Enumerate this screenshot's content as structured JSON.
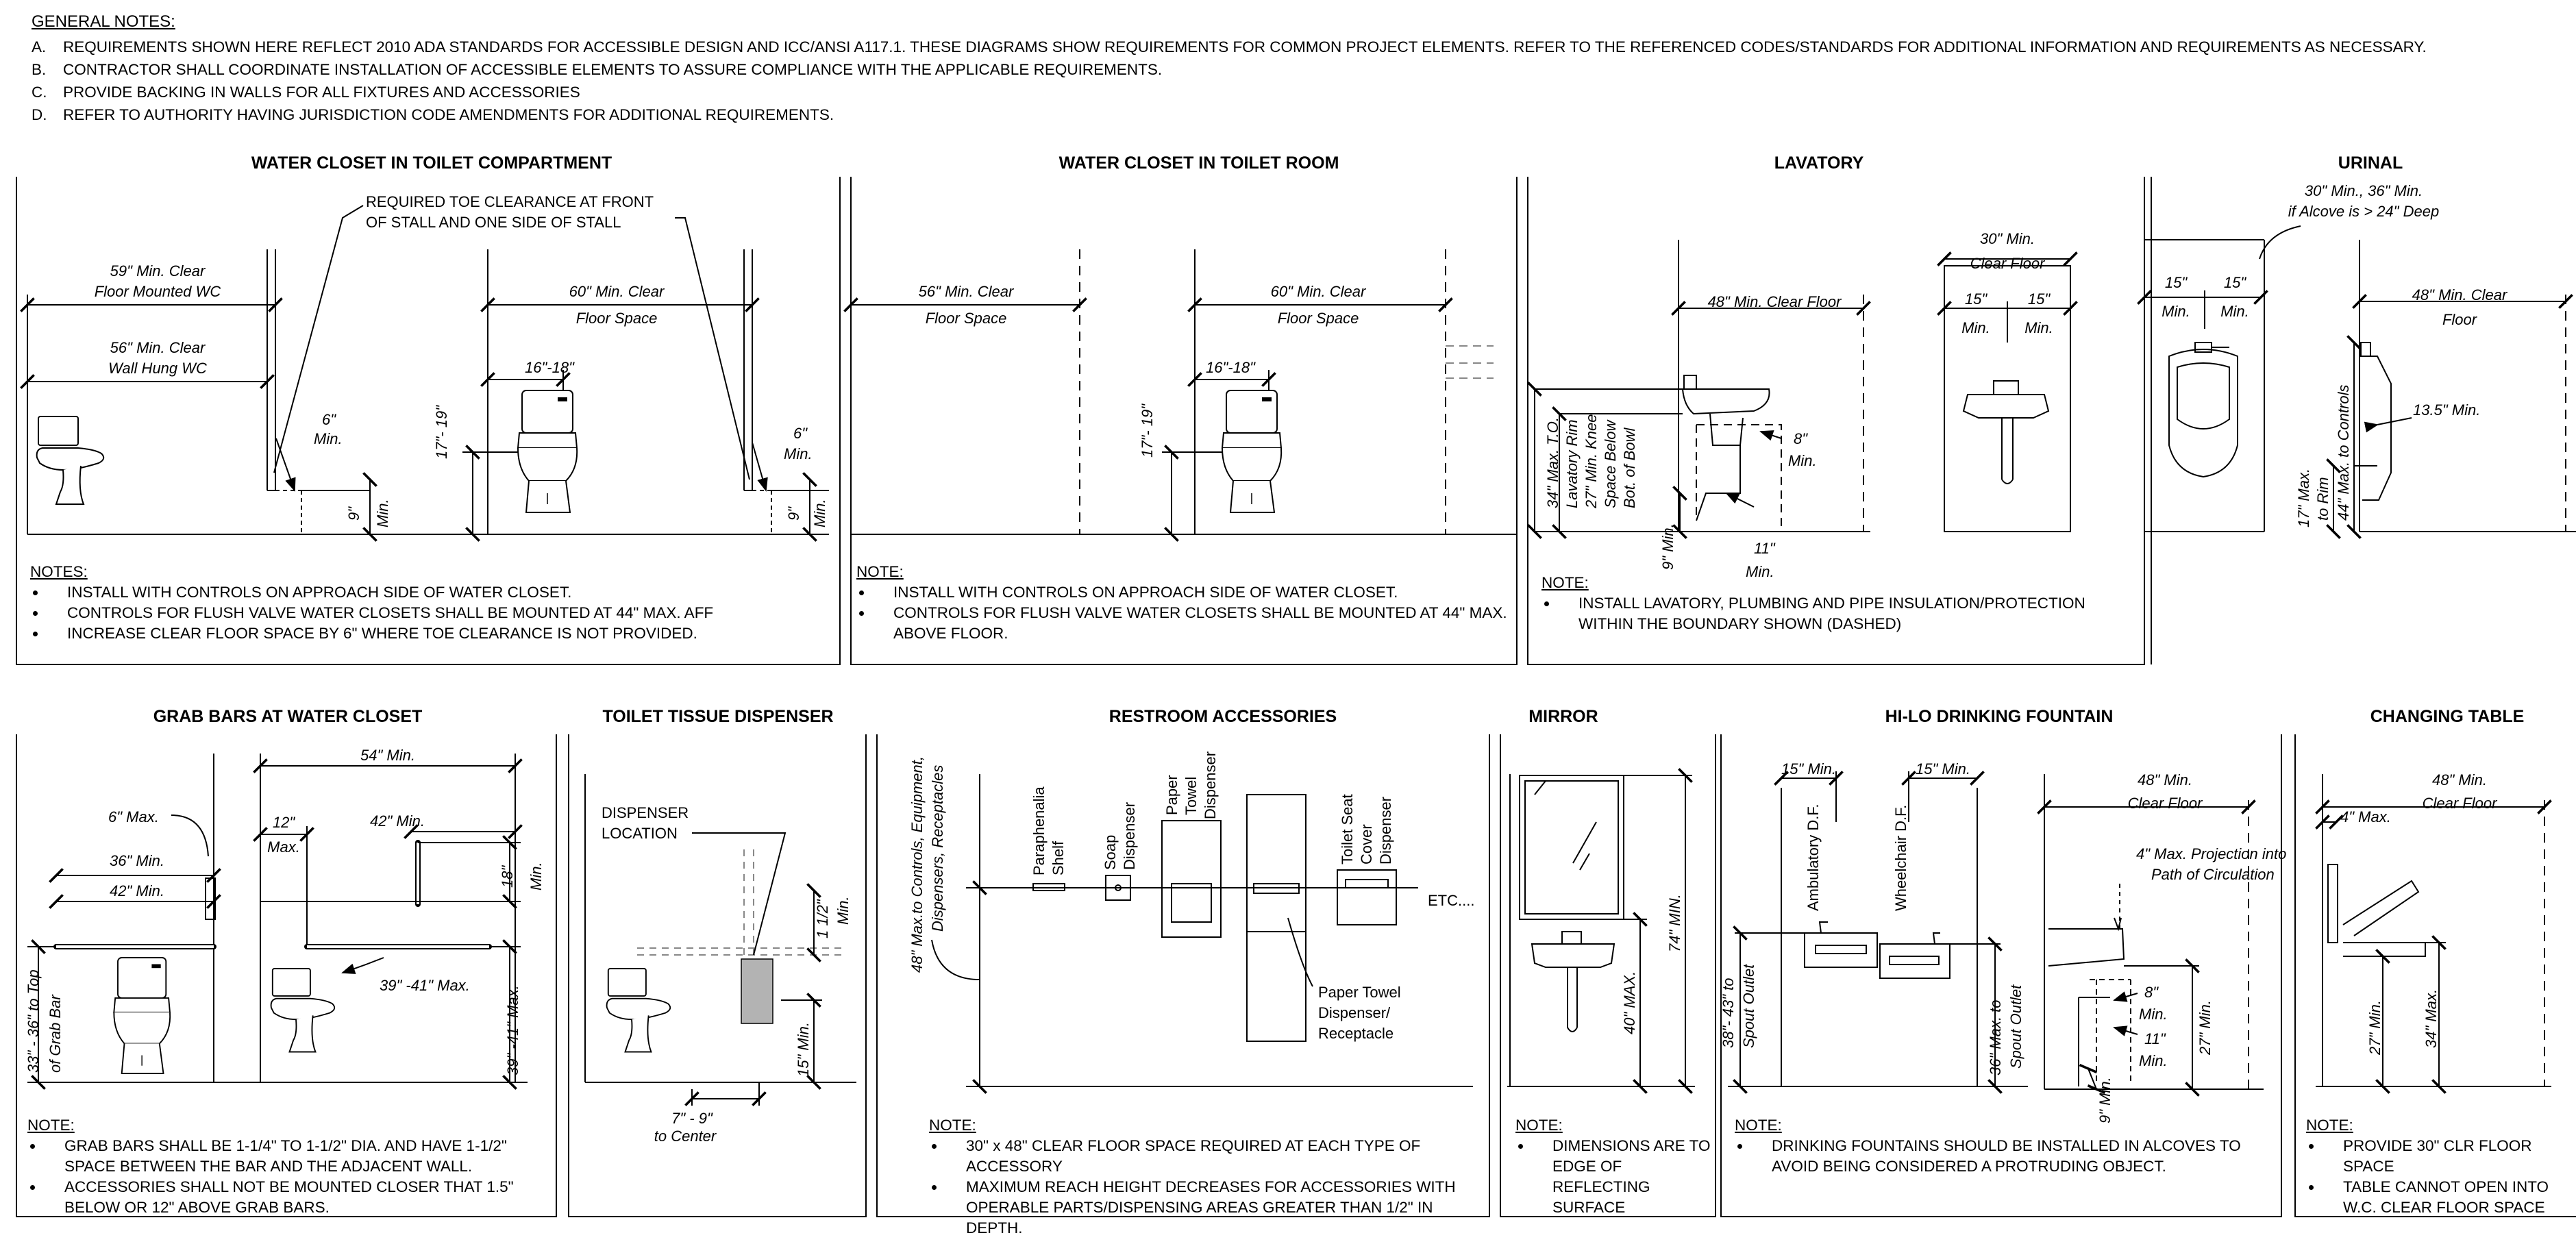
{
  "general_notes": {
    "heading": "GENERAL NOTES:",
    "items": [
      {
        "key": "A.",
        "text": "REQUIREMENTS SHOWN HERE REFLECT 2010 ADA STANDARDS FOR ACCESSIBLE DESIGN AND ICC/ANSI A117.1.  THESE DIAGRAMS SHOW REQUIREMENTS FOR COMMON PROJECT ELEMENTS. REFER TO THE REFERENCED CODES/STANDARDS FOR ADDITIONAL INFORMATION AND REQUIREMENTS AS NECESSARY."
      },
      {
        "key": "B.",
        "text": "CONTRACTOR SHALL COORDINATE INSTALLATION OF ACCESSIBLE ELEMENTS TO ASSURE COMPLIANCE WITH THE APPLICABLE REQUIREMENTS."
      },
      {
        "key": "C.",
        "text": "PROVIDE BACKING IN WALLS FOR ALL FIXTURES AND ACCESSORIES"
      },
      {
        "key": "D.",
        "text": "REFER TO AUTHORITY HAVING JURISDICTION CODE AMENDMENTS FOR ADDITIONAL REQUIREMENTS."
      }
    ]
  },
  "panels": {
    "wc_compartment": {
      "title": "WATER CLOSET IN TOILET COMPARTMENT",
      "labels": {
        "toe1": "REQUIRED TOE CLEARANCE AT FRONT",
        "toe2": "OF STALL AND ONE SIDE OF STALL",
        "fm1": "59\" Min. Clear",
        "fm2": "Floor Mounted WC",
        "wh1": "56\" Min. Clear",
        "wh2": "Wall Hung WC",
        "six1": "6\"",
        "six1b": "Min.",
        "nine1": "9\"",
        "nine1b": "Min.",
        "cf1": "60\" Min. Clear",
        "cf2": "Floor Space",
        "sr": "16\"-18\"",
        "ht": "17\"- 19\"",
        "six2": "6\"",
        "six2b": "Min.",
        "nine2": "9\"",
        "nine2b": "Min."
      },
      "notes_heading": "NOTES:",
      "notes": [
        "INSTALL WITH CONTROLS ON APPROACH SIDE OF WATER CLOSET.",
        "CONTROLS FOR FLUSH VALVE WATER CLOSETS SHALL BE MOUNTED AT 44\" MAX. AFF",
        "INCREASE CLEAR FLOOR SPACE BY 6\" WHERE TOE CLEARANCE IS NOT PROVIDED."
      ]
    },
    "wc_room": {
      "title": "WATER CLOSET IN TOILET ROOM",
      "labels": {
        "a1": "56\" Min. Clear",
        "a2": "Floor Space",
        "b1": "60\" Min. Clear",
        "b2": "Floor Space",
        "sr": "16\"-18\"",
        "ht": "17\"- 19\""
      },
      "notes_heading": "NOTE:",
      "notes": [
        "INSTALL WITH CONTROLS ON APPROACH SIDE OF WATER CLOSET.",
        "CONTROLS FOR FLUSH VALVE WATER CLOSETS SHALL BE MOUNTED AT 44\" MAX. ABOVE FLOOR."
      ]
    },
    "lavatory": {
      "title": "LAVATORY",
      "labels": {
        "cf": "48\" Min. Clear Floor",
        "c30a": "30\" Min.",
        "c30b": "Clear Floor",
        "f15a": "15\"",
        "f15b": "15\"",
        "m1": "Min.",
        "m2": "Min.",
        "v1": "34\" Max. T.O.",
        "v2": "Lavatory Rim",
        "v3": "27\" Min. Knee",
        "v4": "Space Below",
        "v5": "Bot. of Bowl",
        "e8": "8\"",
        "e8b": "Min.",
        "e11": "11\"",
        "e11b": "Min.",
        "n9": "9\" Min."
      },
      "notes_heading": "NOTE:",
      "notes": [
        "INSTALL LAVATORY, PLUMBING AND PIPE INSULATION/PROTECTION WITHIN THE BOUNDARY SHOWN (DASHED)"
      ]
    },
    "urinal": {
      "title": "URINAL",
      "labels": {
        "t1": "30\" Min., 36\" Min.",
        "t2": "if Alcove is > 24\" Deep",
        "f15a": "15\"",
        "f15b": "15\"",
        "m1": "Min.",
        "m2": "Min.",
        "cf1": "48\" Min. Clear",
        "cf2": "Floor",
        "r": "13.5\" Min.",
        "v1": "44\" Max. to Controls",
        "v2": "17\" Max.",
        "v3": "to Rim"
      }
    },
    "grab_bars": {
      "title": "GRAB BARS AT WATER CLOSET",
      "labels": {
        "six": "6\" Max.",
        "m36": "36\" Min.",
        "m42": "42\" Min.",
        "v1": "33\" - 36\" to Top",
        "v2": "of Grab Bar",
        "m54": "54\" Min.",
        "m12a": "12\"",
        "m12b": "Max.",
        "m42b": "42\" Min.",
        "m18a": "18\"",
        "m18b": "Min.",
        "d39": "39\" -41\" Max.",
        "v39": "39\" -41\" Max."
      },
      "notes_heading": "NOTE:",
      "notes": [
        "GRAB BARS SHALL BE 1-1/4\" TO 1-1/2\" DIA. AND HAVE 1-1/2\" SPACE BETWEEN THE BAR AND THE ADJACENT WALL.",
        "ACCESSORIES SHALL NOT BE MOUNTED CLOSER THAT 1.5\" BELOW OR 12\" ABOVE GRAB BARS."
      ]
    },
    "tissue": {
      "title": "TOILET TISSUE DISPENSER",
      "labels": {
        "d1": "DISPENSER",
        "d2": "LOCATION",
        "h1": "1 1/2\"",
        "h1b": "Min.",
        "f15": "15\" Min.",
        "c1": "7\" - 9\"",
        "c2": "to Center"
      }
    },
    "accessories": {
      "title": "RESTROOM ACCESSORIES",
      "labels": {
        "v1": "48\" Max.to Controls, Equipment,",
        "v2": "Dispensers, Receptacles",
        "ps1": "Paraphenalia",
        "ps2": "Shelf",
        "sd1": "Soap",
        "sd2": "Dispenser",
        "pt1": "Paper",
        "pt2": "Towel",
        "pt3": "Dispenser",
        "ts1": "Toilet Seat",
        "ts2": "Cover",
        "ts3": "Dispenser",
        "etc": "ETC....",
        "r1": "Paper Towel",
        "r2": "Dispenser/",
        "r3": "Receptacle"
      },
      "notes_heading": "NOTE:",
      "notes": [
        "30\"  x 48\" CLEAR FLOOR SPACE REQUIRED AT EACH TYPE OF ACCESSORY",
        "MAXIMUM REACH HEIGHT DECREASES FOR ACCESSORIES WITH OPERABLE PARTS/DISPENSING AREAS GREATER THAN 1/2\" IN DEPTH."
      ]
    },
    "mirror": {
      "title": "MIRROR",
      "labels": {
        "v74": "74\" MIN.",
        "v40": "40\" MAX."
      },
      "notes_heading": "NOTE:",
      "notes": [
        "DIMENSIONS ARE TO EDGE OF REFLECTING SURFACE"
      ]
    },
    "fountain": {
      "title": "HI-LO DRINKING FOUNTAIN",
      "labels": {
        "a": "15\" Min.",
        "b": "15\" Min.",
        "amb": "Ambulatory D.F.",
        "wc": "Wheelchair D.F.",
        "s1": "38\"- 43\" to",
        "s2": "Spout Outlet",
        "s3": "36\" Max. to",
        "s4": "Spout Outlet",
        "cf1": "48\" Min.",
        "cf2": "Clear Floor",
        "p1": "4\" Max. Projection into",
        "p2": "Path of Circulation",
        "e8": "8\"",
        "e8b": "Min.",
        "e11": "11\"",
        "e11b": "Min.",
        "k27": "27\" Min.",
        "n9": "9\" Min."
      },
      "notes_heading": "NOTE:",
      "notes": [
        "DRINKING FOUNTAINS SHOULD BE INSTALLED IN ALCOVES TO AVOID BEING CONSIDERED A PROTRUDING OBJECT."
      ]
    },
    "changing": {
      "title": "CHANGING TABLE",
      "labels": {
        "cf1": "48\" Min.",
        "cf2": "Clear Floor",
        "m4": "4\" Max.",
        "v27": "27\" Min.",
        "v34": "34\" Max."
      },
      "notes_heading": "NOTE:",
      "notes": [
        "PROVIDE 30\" CLR FLOOR SPACE",
        "TABLE CANNOT OPEN INTO W.C. CLEAR FLOOR SPACE"
      ]
    }
  }
}
